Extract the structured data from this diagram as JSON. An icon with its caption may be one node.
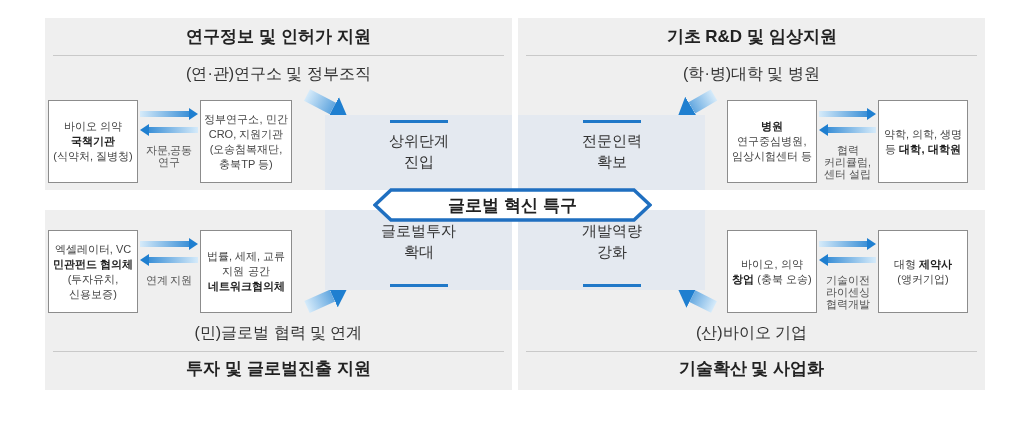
{
  "diagram": {
    "nodes": [
      {
        "text": [
          "연구정보 및 인허가 지원",
          "(연·관)연구소 및 정부조직"
        ]
      },
      {
        "text": [
          "바이오 의약 **국책기관** (식약처, 질병청)"
        ],
        "in": 0
      },
      {
        "text": [
          "정부연구소, 민간 CRO, 지원기관 (오송첨복재단, 충북TP 등)"
        ],
        "in": 0
      },
      {
        "text": [
          "기초 R&D 및 임상지원",
          "(학·병)대학 및 병원"
        ]
      },
      {
        "text": [
          "**병원** 연구중심병원, 임상시험센터 등"
        ],
        "in": 3
      },
      {
        "text": [
          "약학, 의학, 생명 등 **대학, 대학원**"
        ],
        "in": 3
      },
      {
        "text": [
          "상위단계 진입"
        ],
        "in": 0
      },
      {
        "text": [
          "전문인력 확보"
        ],
        "in": 3
      },
      {
        "text": [
          "글로벌 혁신 특구"
        ]
      },
      {
        "text": [
          "글로벌투자 확대"
        ],
        "in": 11
      },
      {
        "text": [
          "개발역량 강화"
        ],
        "in": 14
      },
      {
        "text": [
          "(민)글로벌 협력 및 연계",
          "투자 및 글로벌진출 지원"
        ]
      },
      {
        "text": [
          "엑셀레이터, VC **민관펀드 협의체** (투자유치, 신용보증)"
        ],
        "in": 11
      },
      {
        "text": [
          "법률, 세제, 교류 지원 공간 **네트워크협의체**"
        ],
        "in": 11
      },
      {
        "text": [
          "(산)바이오 기업",
          "기술확산 및 사업화"
        ]
      },
      {
        "text": [
          "바이오, 의약 **창업** (충북 오송)"
        ],
        "in": 14
      },
      {
        "text": [
          "대형 **제약사** (앵커기업)"
        ],
        "in": 14
      }
    ],
    "edges": [
      {
        "from": 1,
        "to": 2,
        "arrow": "to"
      },
      {
        "from": 2,
        "to": 1,
        "arrow": "to",
        "label": "자문,공동 연구"
      },
      {
        "from": 4,
        "to": 5,
        "arrow": "to"
      },
      {
        "from": 5,
        "to": 4,
        "arrow": "to",
        "label": "협력 커리큘럼, 센터 설립"
      },
      {
        "from": 12,
        "to": 13,
        "arrow": "to"
      },
      {
        "from": 13,
        "to": 12,
        "arrow": "to",
        "label": "연계 지원"
      },
      {
        "from": 15,
        "to": 16,
        "arrow": "to"
      },
      {
        "from": 16,
        "to": 15,
        "arrow": "to",
        "label": "기술이전 라이센싱 협력개발"
      },
      {
        "from": null,
        "to": 6,
        "arrow": "to",
        "style": "thick"
      },
      {
        "from": null,
        "to": 7,
        "arrow": "to",
        "style": "thick"
      },
      {
        "from": null,
        "to": 9,
        "arrow": "to",
        "style": "thick"
      },
      {
        "from": null,
        "to": 10,
        "arrow": "to",
        "style": "thick"
      }
    ]
  }
}
